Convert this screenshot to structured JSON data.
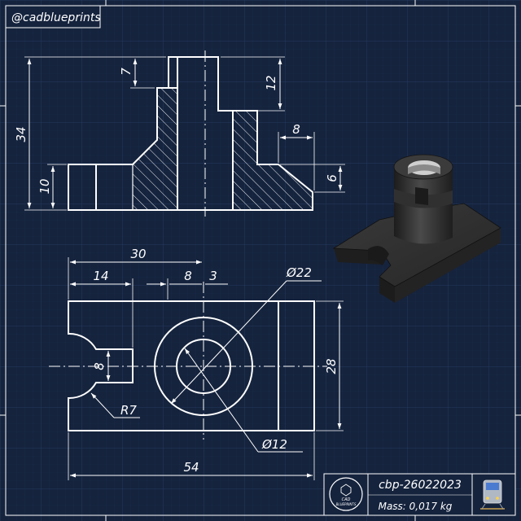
{
  "header": {
    "handle": "@cadblueprints"
  },
  "front_view": {
    "dim_height_total": "34",
    "dim_base_height": "10",
    "dim_top_step": "7",
    "dim_right_step": "12",
    "dim_rib_width": "8",
    "dim_rib_height": "6"
  },
  "top_view": {
    "dim_hole_offset": "30",
    "dim_slot_depth": "14",
    "dim_bore_offset": "8",
    "dim_center_offset": "3",
    "dim_outer_dia": "Ø22",
    "dim_slot_width": "8",
    "dim_depth": "28",
    "dim_radius": "R7",
    "dim_inner_dia": "Ø12",
    "dim_length": "54"
  },
  "title_block": {
    "logo_text_1": "CAD",
    "logo_text_2": "BLUEPRINTS",
    "part_number": "cbp-26022023",
    "mass_label": "Mass: 0,017 kg"
  },
  "colors": {
    "background": "#15233d",
    "line": "#ffffff",
    "grid": "#22365a",
    "part_dark": "#2a2a2a"
  }
}
